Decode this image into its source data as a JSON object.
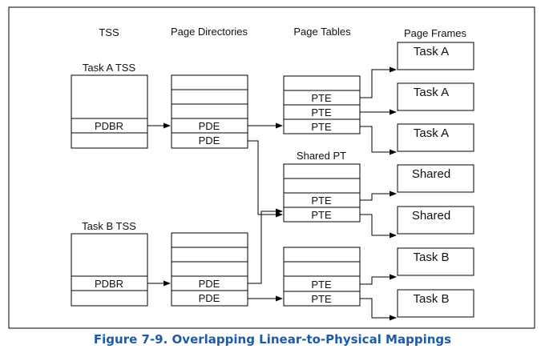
{
  "headers": {
    "tss": "TSS",
    "page_directories": "Page Directories",
    "page_tables": "Page Tables",
    "page_frames": "Page Frames"
  },
  "task_a_tss": {
    "label": "Task A TSS",
    "pdbr": "PDBR"
  },
  "task_b_tss": {
    "label": "Task B TSS",
    "pdbr": "PDBR"
  },
  "pd_a": {
    "entries": [
      "PDE",
      "PDE"
    ]
  },
  "pd_b": {
    "entries": [
      "PDE",
      "PDE"
    ]
  },
  "pt_a": {
    "entries": [
      "PTE",
      "PTE",
      "PTE"
    ]
  },
  "shared_pt": {
    "label": "Shared PT",
    "entries": [
      "PTE",
      "PTE"
    ]
  },
  "pt_b": {
    "entries": [
      "PTE",
      "PTE"
    ]
  },
  "frames": [
    "Task A",
    "Task A",
    "Task A",
    "Shared",
    "Shared",
    "Task B",
    "Task B"
  ],
  "caption": "Figure 7-9.  Overlapping Linear-to-Physical Mappings",
  "colors": {
    "caption": "#1f5aa6",
    "line": "#000000"
  }
}
